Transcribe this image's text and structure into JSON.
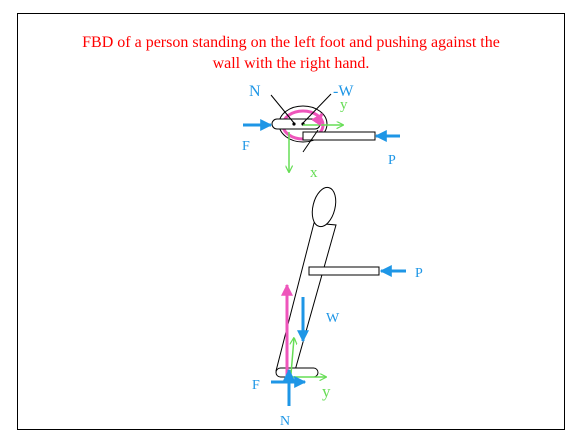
{
  "title": "FBD of a person standing on the left foot and pushing against the\nwall with the right hand.",
  "top_view": {
    "labels": {
      "N": "N",
      "minus_w": "-W",
      "y": "y",
      "F": "F",
      "P": "P",
      "x": "x"
    }
  },
  "side_view": {
    "labels": {
      "P": "P",
      "W": "W",
      "F": "F",
      "y": "y",
      "N": "N"
    }
  },
  "colors": {
    "title": "#ff0000",
    "force_blue": "#1e96e6",
    "axis_green": "#66dd55",
    "moment_pink": "#ee55bb",
    "outline": "#000000"
  }
}
